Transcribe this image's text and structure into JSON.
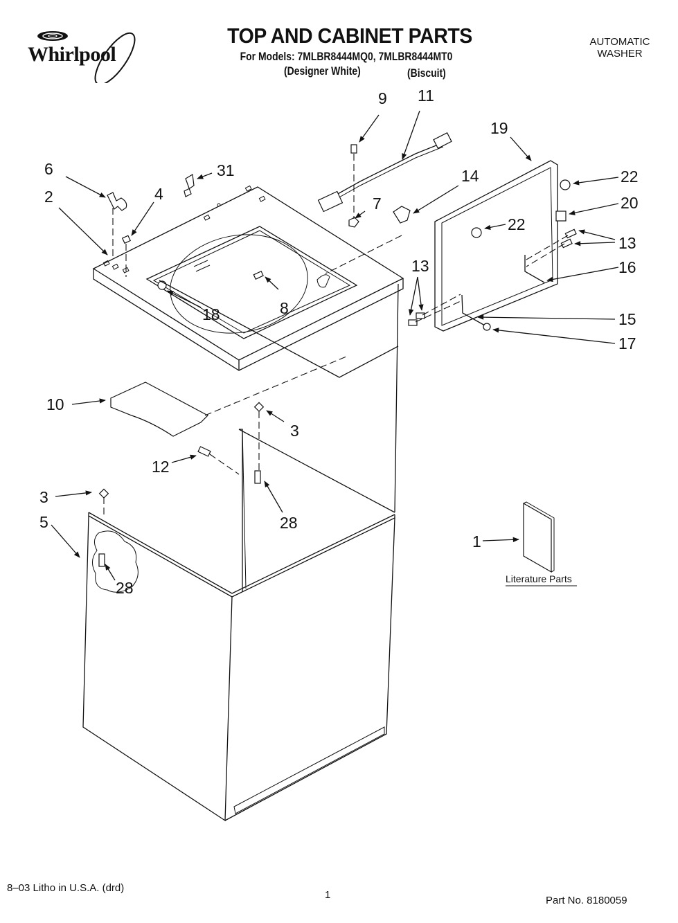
{
  "header": {
    "brand": "Whirlpool",
    "title": "TOP AND CABINET PARTS",
    "models_line": "For Models: 7MLBR8444MQ0, 7MLBR8444MT0",
    "variant_1": "(Designer White)",
    "variant_2": "(Biscuit)",
    "category_line1": "AUTOMATIC",
    "category_line2": "WASHER"
  },
  "diagram": {
    "callouts": {
      "p1": "1",
      "p2": "2",
      "p3a": "3",
      "p3b": "3",
      "p4": "4",
      "p5": "5",
      "p6": "6",
      "p7": "7",
      "p8": "8",
      "p9": "9",
      "p10": "10",
      "p11": "11",
      "p12": "12",
      "p13a": "13",
      "p13b": "13",
      "p14": "14",
      "p15": "15",
      "p16": "16",
      "p17": "17",
      "p18": "18",
      "p19": "19",
      "p20": "20",
      "p22a": "22",
      "p22b": "22",
      "p28a": "28",
      "p28b": "28",
      "p31": "31"
    },
    "literature_label": "Literature Parts"
  },
  "footer": {
    "litho": "8–03 Litho in U.S.A. (drd)",
    "page_number": "1",
    "part_number": "Part No. 8180059"
  }
}
